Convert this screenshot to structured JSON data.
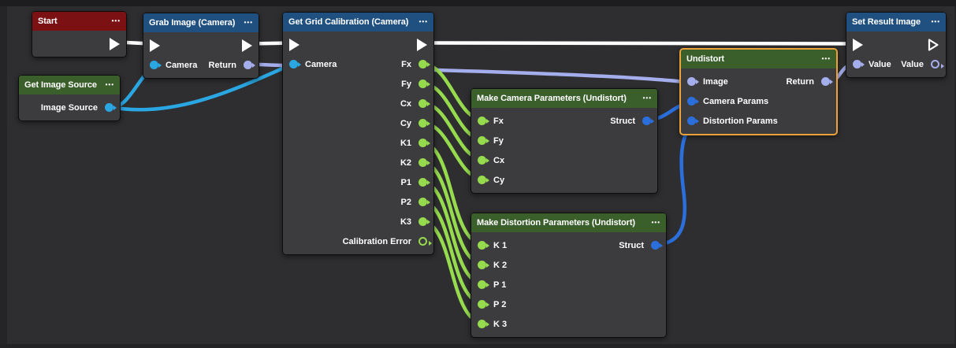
{
  "palette": {
    "canvas_bg": "#2e2e30",
    "node_body": "#3c3c3e",
    "header_blue": "#1f5080",
    "header_green": "#3a5f2b",
    "header_red": "#7c1114",
    "selected": "#eca13a",
    "pin_cyan": "#2aa7e2",
    "pin_lavender": "#a5aeec",
    "pin_green": "#96da4e",
    "pin_blue": "#2b6fdd",
    "wire_exec": "#ffffff"
  },
  "icons": {
    "menu": "•••"
  },
  "nodes": {
    "start": {
      "title": "Start"
    },
    "grab_image": {
      "title": "Grab Image (Camera)",
      "inputs": {
        "camera": "Camera"
      },
      "outputs": {
        "return": "Return"
      }
    },
    "get_image_source": {
      "title": "Get Image Source",
      "outputs": {
        "image_source": "Image Source"
      }
    },
    "get_grid_calibration": {
      "title": "Get Grid Calibration (Camera)",
      "inputs": {
        "camera": "Camera"
      },
      "outputs": {
        "fx": "Fx",
        "fy": "Fy",
        "cx": "Cx",
        "cy": "Cy",
        "k1": "K1",
        "k2": "K2",
        "p1": "P1",
        "p2": "P2",
        "k3": "K3",
        "calibration_error": "Calibration Error"
      }
    },
    "make_camera_parameters": {
      "title": "Make Camera Parameters (Undistort)",
      "inputs": {
        "fx": "Fx",
        "fy": "Fy",
        "cx": "Cx",
        "cy": "Cy"
      },
      "outputs": {
        "struct": "Struct"
      }
    },
    "make_distortion_parameters": {
      "title": "Make Distortion Parameters (Undistort)",
      "inputs": {
        "k1": "K 1",
        "k2": "K 2",
        "p1": "P 1",
        "p2": "P 2",
        "k3": "K 3"
      },
      "outputs": {
        "struct": "Struct"
      }
    },
    "undistort": {
      "title": "Undistort",
      "selected": true,
      "inputs": {
        "image": "Image",
        "camera_params": "Camera Params",
        "distortion_params": "Distortion Params"
      },
      "outputs": {
        "return": "Return"
      }
    },
    "set_result_image": {
      "title": "Set Result Image",
      "inputs": {
        "value": "Value"
      },
      "outputs": {
        "value": "Value"
      }
    }
  }
}
